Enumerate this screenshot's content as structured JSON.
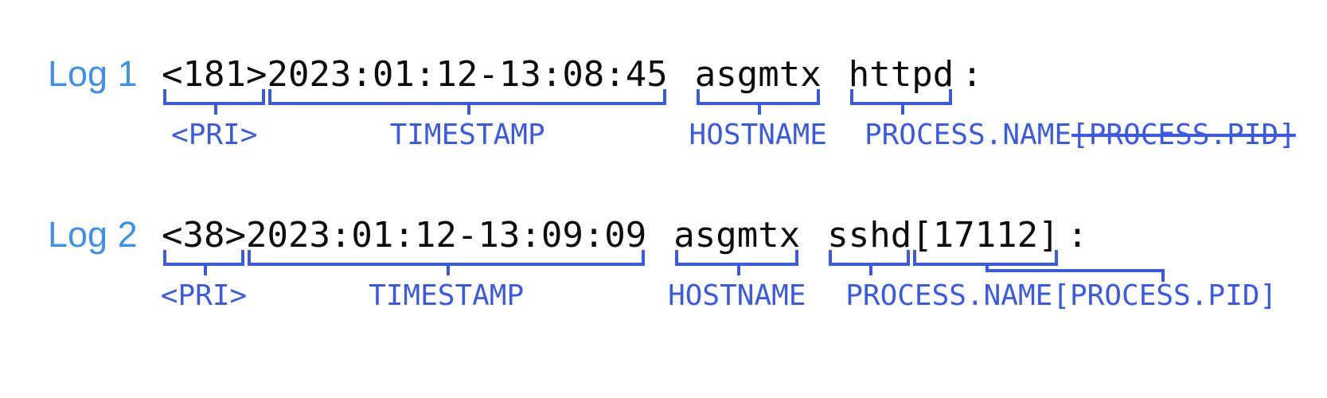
{
  "colors": {
    "log_badge_blue": "#3f90e8",
    "annotation_blue": "#3a5ae6",
    "log_text_black": "#0d0d0d",
    "background": "#ffffff"
  },
  "logs": [
    {
      "label": "Log 1",
      "raw": "<181>2023:01:12-13:08:45 asgmtx httpd:",
      "fields": [
        {
          "name": "pri",
          "text": "<181>",
          "annotation": "<PRI>"
        },
        {
          "name": "timestamp",
          "text": "2023:01:12-13:08:45",
          "annotation": "TIMESTAMP"
        },
        {
          "name": "hostname",
          "text": "asgmtx",
          "annotation": "HOSTNAME"
        },
        {
          "name": "process_name",
          "text": "httpd",
          "suffix": ":",
          "annotation": "PROCESS.NAME",
          "annotation_struck": "[PROCESS.PID]"
        }
      ]
    },
    {
      "label": "Log 2",
      "raw": "<38>2023:01:12-13:09:09 asgmtx sshd[17112]:",
      "fields": [
        {
          "name": "pri",
          "text": "<38>",
          "annotation": "<PRI>"
        },
        {
          "name": "timestamp",
          "text": "2023:01:12-13:09:09",
          "annotation": "TIMESTAMP"
        },
        {
          "name": "hostname",
          "text": "asgmtx",
          "annotation": "HOSTNAME"
        },
        {
          "name": "process_name",
          "text": "sshd",
          "annotation": "PROCESS.NAME"
        },
        {
          "name": "process_pid",
          "text": "[17112]",
          "suffix": ":",
          "annotation": "[PROCESS.PID]"
        }
      ]
    }
  ]
}
